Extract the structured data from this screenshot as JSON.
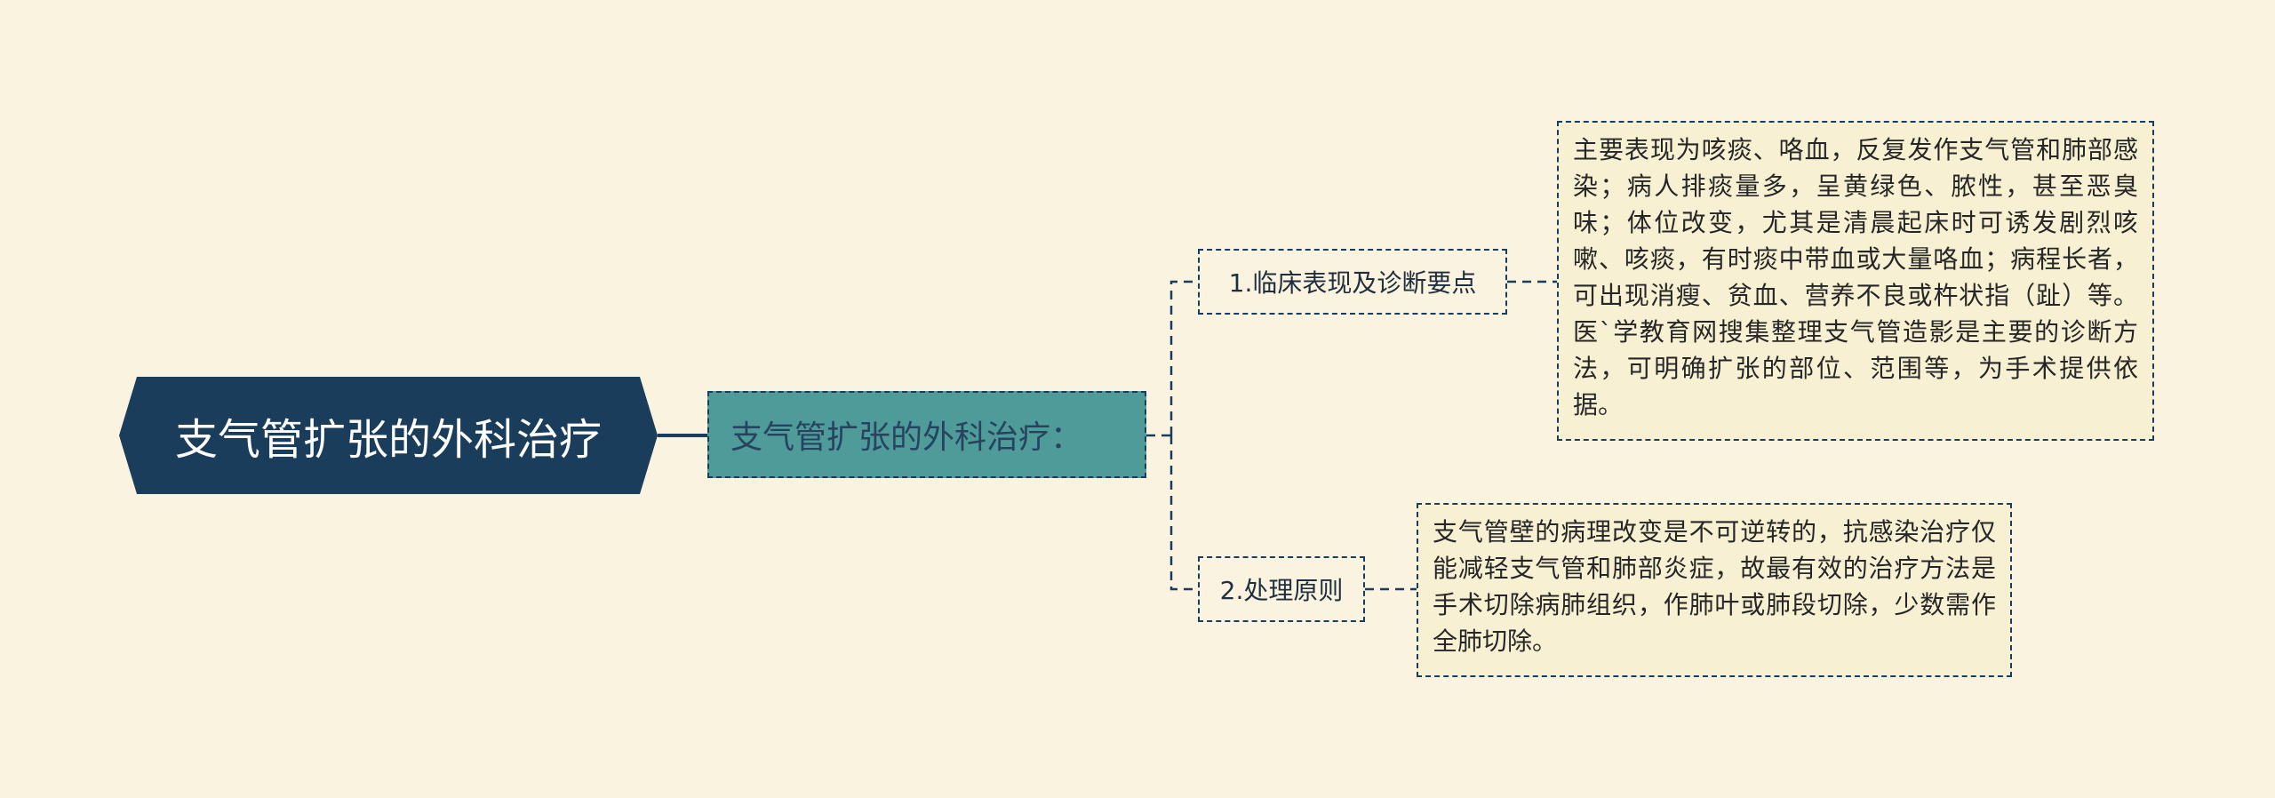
{
  "mindmap": {
    "root": {
      "label": "支气管扩张的外科治疗"
    },
    "subtopic": {
      "label": "支气管扩张的外科治疗："
    },
    "branches": [
      {
        "label": "1.临床表现及诊断要点",
        "detail": "主要表现为咳痰、咯血，反复发作支气管和肺部感染；病人排痰量多，呈黄绿色、脓性，甚至恶臭味；体位改变，尤其是清晨起床时可诱发剧烈咳嗽、咳痰，有时痰中带血或大量咯血；病程长者，可出现消瘦、贫血、营养不良或杵状指（趾）等。医`学教育网搜集整理支气管造影是主要的诊断方法，可明确扩张的部位、范围等，为手术提供依据。"
      },
      {
        "label": "2.处理原则",
        "detail": "支气管壁的病理改变是不可逆转的，抗感染治疗仅能减轻支气管和肺部炎症，故最有效的治疗方法是手术切除病肺组织，作肺叶或肺段切除，少数需作全肺切除。"
      }
    ]
  },
  "colors": {
    "background": "#f9f3df",
    "root_fill": "#1b3d5c",
    "subtopic_fill": "#4f9b9a",
    "connector": "#1b3d5c",
    "detail_fill": "#f8f0d2"
  }
}
